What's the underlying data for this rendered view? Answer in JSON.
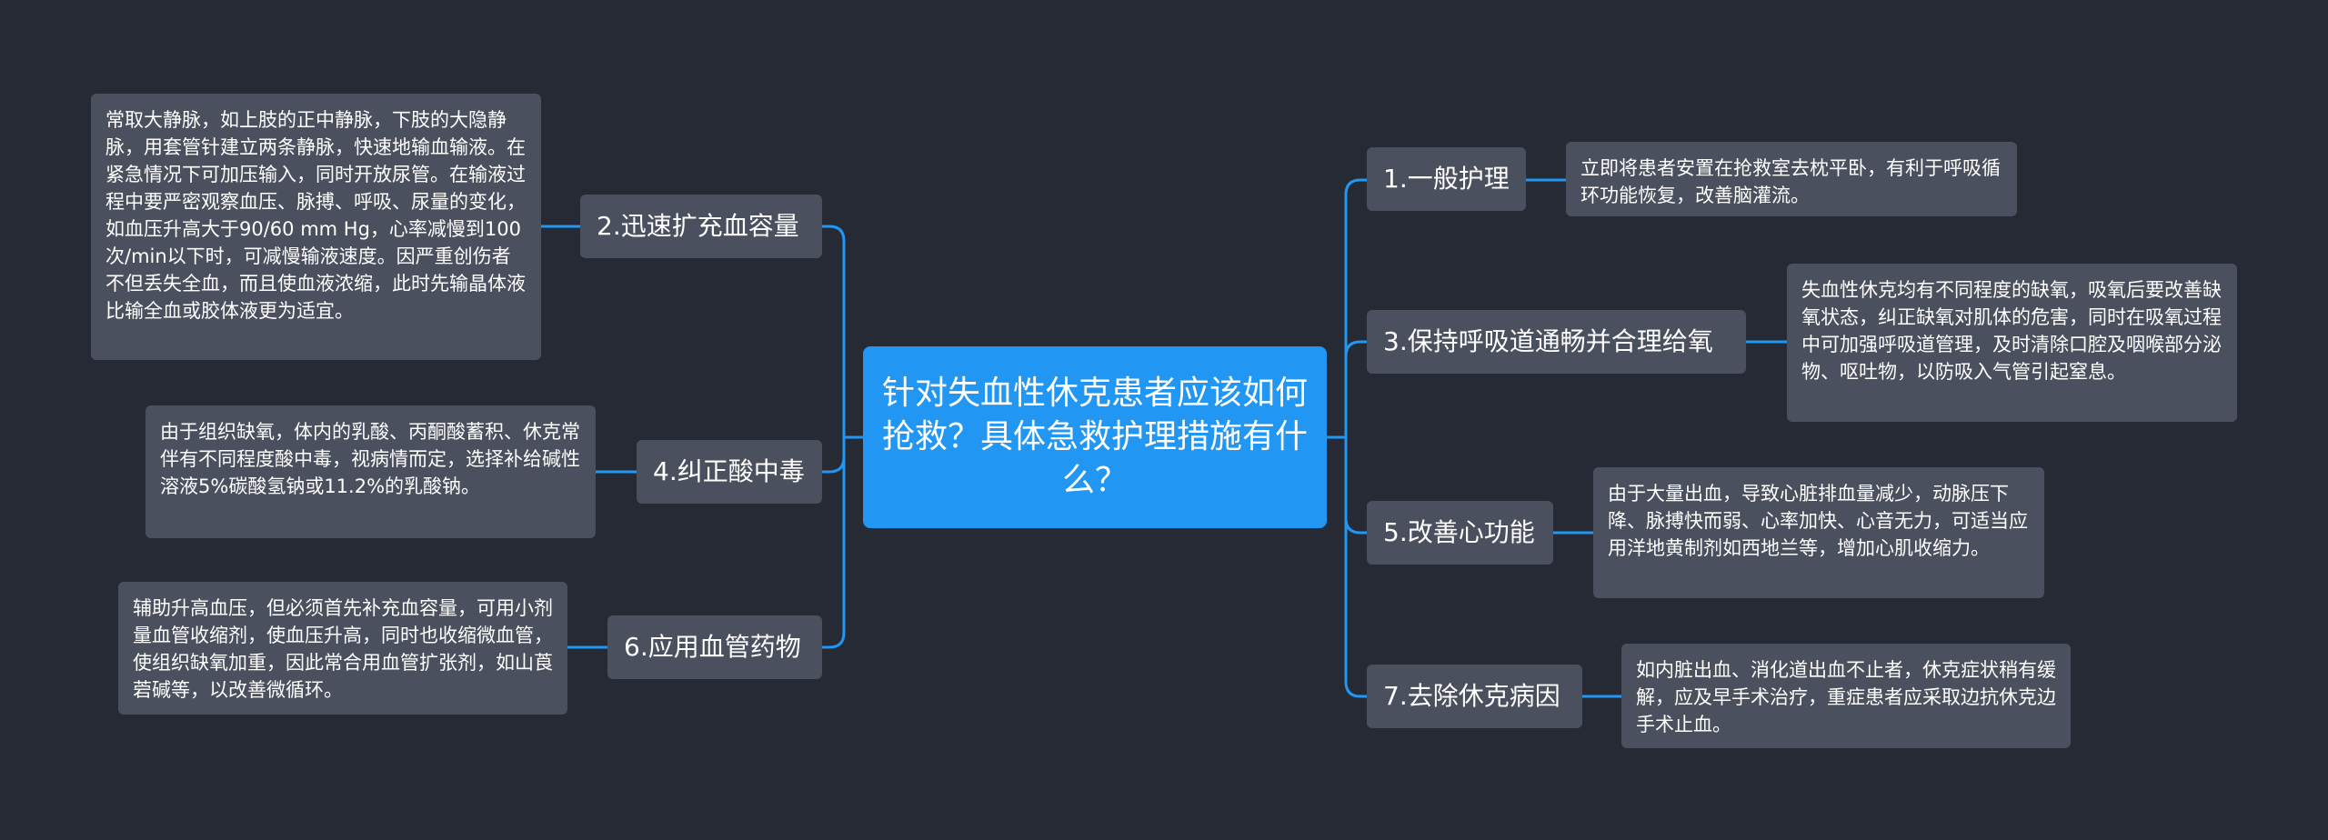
{
  "root": {
    "label": "针对失血性休克患者应该如何抢救？具体急救护理措施有什么？"
  },
  "right": [
    {
      "label": "1.一般护理",
      "detail": "立即将患者安置在抢救室去枕平卧，有利于呼吸循环功能恢复，改善脑灌流。"
    },
    {
      "label": "3.保持呼吸道通畅并合理给氧",
      "detail": "失血性休克均有不同程度的缺氧，吸氧后要改善缺氧状态，纠正缺氧对肌体的危害，同时在吸氧过程中可加强呼吸道管理，及时清除口腔及咽喉部分泌物、呕吐物，以防吸入气管引起窒息。"
    },
    {
      "label": "5.改善心功能",
      "detail": "由于大量出血，导致心脏排血量减少，动脉压下降、脉搏快而弱、心率加快、心音无力，可适当应用洋地黄制剂如西地兰等，增加心肌收缩力。"
    },
    {
      "label": "7.去除休克病因",
      "detail": "如内脏出血、消化道出血不止者，休克症状稍有缓解，应及早手术治疗，重症患者应采取边抗休克边手术止血。"
    }
  ],
  "left": [
    {
      "label": "2.迅速扩充血容量",
      "detail": "常取大静脉，如上肢的正中静脉，下肢的大隐静脉，用套管针建立两条静脉，快速地输血输液。在紧急情况下可加压输入，同时开放尿管。在输液过程中要严密观察血压、脉搏、呼吸、尿量的变化，如血压升高大于90/60 mm Hg，心率减慢到100次/min以下时，可减慢输液速度。因严重创伤者不但丢失全血，而且使血液浓缩，此时先输晶体液比输全血或胶体液更为适宜。"
    },
    {
      "label": "4.纠正酸中毒",
      "detail": "由于组织缺氧，体内的乳酸、丙酮酸蓄积、休克常伴有不同程度酸中毒，视病情而定，选择补给碱性溶液5%碳酸氢钠或11.2%的乳酸钠。"
    },
    {
      "label": "6.应用血管药物",
      "detail": "辅助升高血压，但必须首先补充血容量，可用小剂量血管收缩剂，使血压升高，同时也收缩微血管，使组织缺氧加重，因此常合用血管扩张剂，如山莨菪碱等，以改善微循环。"
    }
  ],
  "colors": {
    "background": "#252a35",
    "root": "#2196f3",
    "node": "#4a505d",
    "line": "#2196f3"
  }
}
